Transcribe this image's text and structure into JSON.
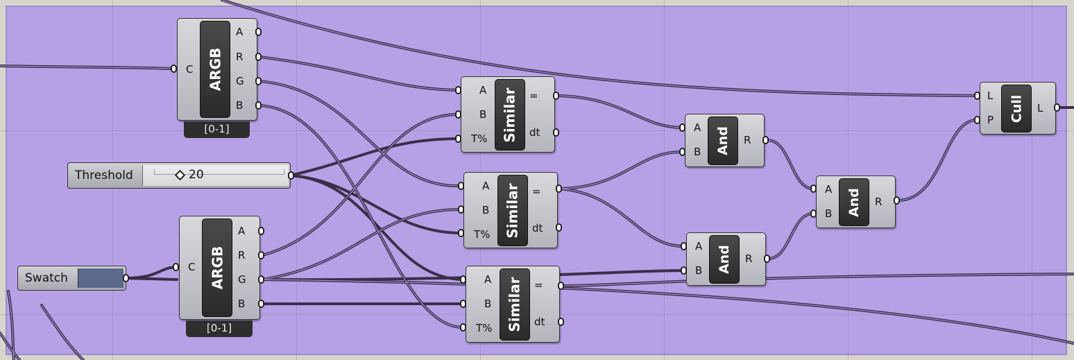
{
  "canvas": {
    "colors": {
      "group_fill": "#b6a1e6",
      "wire": "#3a2f4a",
      "component": "#c4c4ca",
      "title_bar": "#333333"
    }
  },
  "components": {
    "argb1": {
      "title": "ARGB",
      "inputs": [
        "C"
      ],
      "outputs": [
        "A",
        "R",
        "G",
        "B"
      ],
      "footer": "[0-1]"
    },
    "argb2": {
      "title": "ARGB",
      "inputs": [
        "C"
      ],
      "outputs": [
        "A",
        "R",
        "G",
        "B"
      ],
      "footer": "[0-1]"
    },
    "threshold": {
      "label": "Threshold",
      "value": "20"
    },
    "swatch": {
      "label": "Swatch",
      "color": "#5a6a8a"
    },
    "similar1": {
      "title": "Similar",
      "inputs": [
        "A",
        "B",
        "T%"
      ],
      "outputs": [
        "=",
        "dt"
      ]
    },
    "similar2": {
      "title": "Similar",
      "inputs": [
        "A",
        "B",
        "T%"
      ],
      "outputs": [
        "=",
        "dt"
      ]
    },
    "similar3": {
      "title": "Similar",
      "inputs": [
        "A",
        "B",
        "T%"
      ],
      "outputs": [
        "=",
        "dt"
      ]
    },
    "and1": {
      "title": "And",
      "inputs": [
        "A",
        "B"
      ],
      "outputs": [
        "R"
      ]
    },
    "and2": {
      "title": "And",
      "inputs": [
        "A",
        "B"
      ],
      "outputs": [
        "R"
      ]
    },
    "and3": {
      "title": "And",
      "inputs": [
        "A",
        "B"
      ],
      "outputs": [
        "R"
      ]
    },
    "cull": {
      "title": "Cull",
      "inputs": [
        "L",
        "P"
      ],
      "outputs": [
        "L"
      ]
    }
  }
}
